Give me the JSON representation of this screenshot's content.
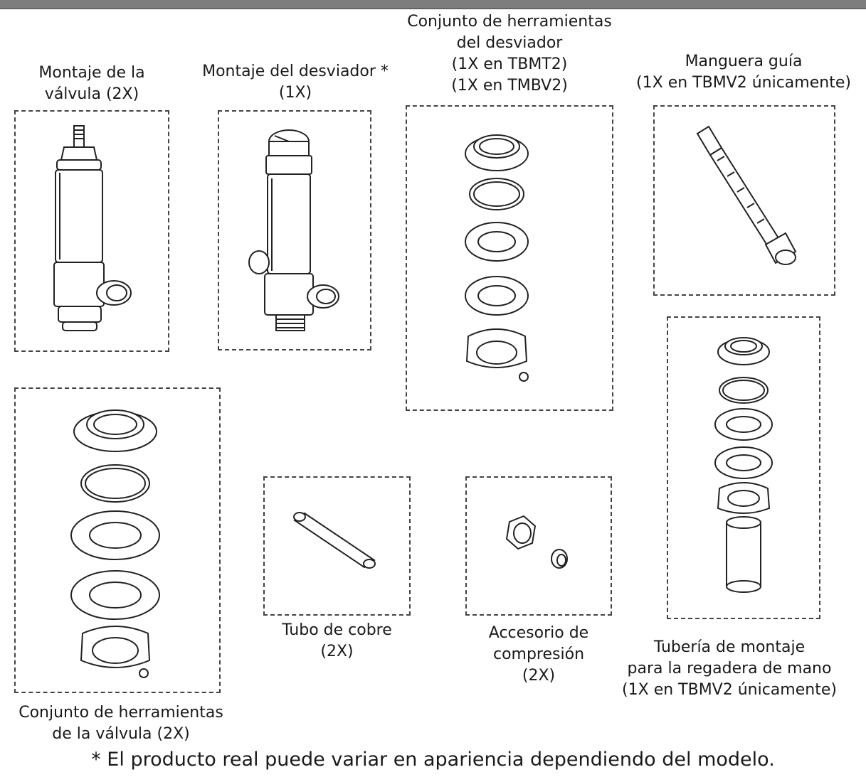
{
  "labels": {
    "valve": [
      "Montaje de la",
      "válvula (2X)"
    ],
    "diverter": [
      "Montaje del desviador *",
      "(1X)"
    ],
    "diverter_kit": [
      "Conjunto de herramientas",
      "del desviador",
      "(1X en TBMT2)",
      "(1X en TMBV2)"
    ],
    "hose": [
      "Manguera guía",
      "(1X en TBMV2 únicamente)"
    ],
    "valve_kit": [
      "Conjunto de herramientas",
      "de la válvula (2X)"
    ],
    "copper": [
      "Tubo de cobre",
      "(2X)"
    ],
    "compression": [
      "Accesorio de",
      "compresión",
      "(2X)"
    ],
    "handshower": [
      "Tubería de montaje",
      "para la regadera de mano",
      "(1X en TBMV2 únicamente)"
    ]
  },
  "footnote": "* El producto real puede variar en apariencia dependiendo del modelo."
}
